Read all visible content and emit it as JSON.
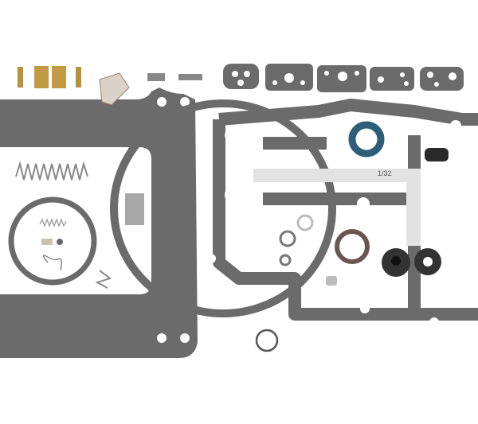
{
  "image": {
    "subject": "Carburetor rebuild kit parts laid out on white background",
    "ruler_label": "1/32",
    "colors": {
      "gasket": "#6b6b6b",
      "background": "#ffffff",
      "brass": "#b8913a",
      "blue_seal": "#2f5f78",
      "ruler": "#e2e2e2",
      "rubber": "#2a2a2a",
      "brown_seal": "#6a5550"
    },
    "parts": [
      {
        "name": "needle-and-seat",
        "count": 2
      },
      {
        "name": "brass-jets",
        "count": 2
      },
      {
        "name": "float-hinge-clip",
        "count": 1
      },
      {
        "name": "small-gaskets",
        "count": 5
      },
      {
        "name": "base-gasket",
        "count": 1
      },
      {
        "name": "air-horn-gasket",
        "count": 1
      },
      {
        "name": "large-ring-gasket",
        "count": 2
      },
      {
        "name": "springs",
        "count": 2
      },
      {
        "name": "seals-and-o-rings",
        "count": 6
      },
      {
        "name": "retaining-ring",
        "count": 1
      }
    ]
  }
}
